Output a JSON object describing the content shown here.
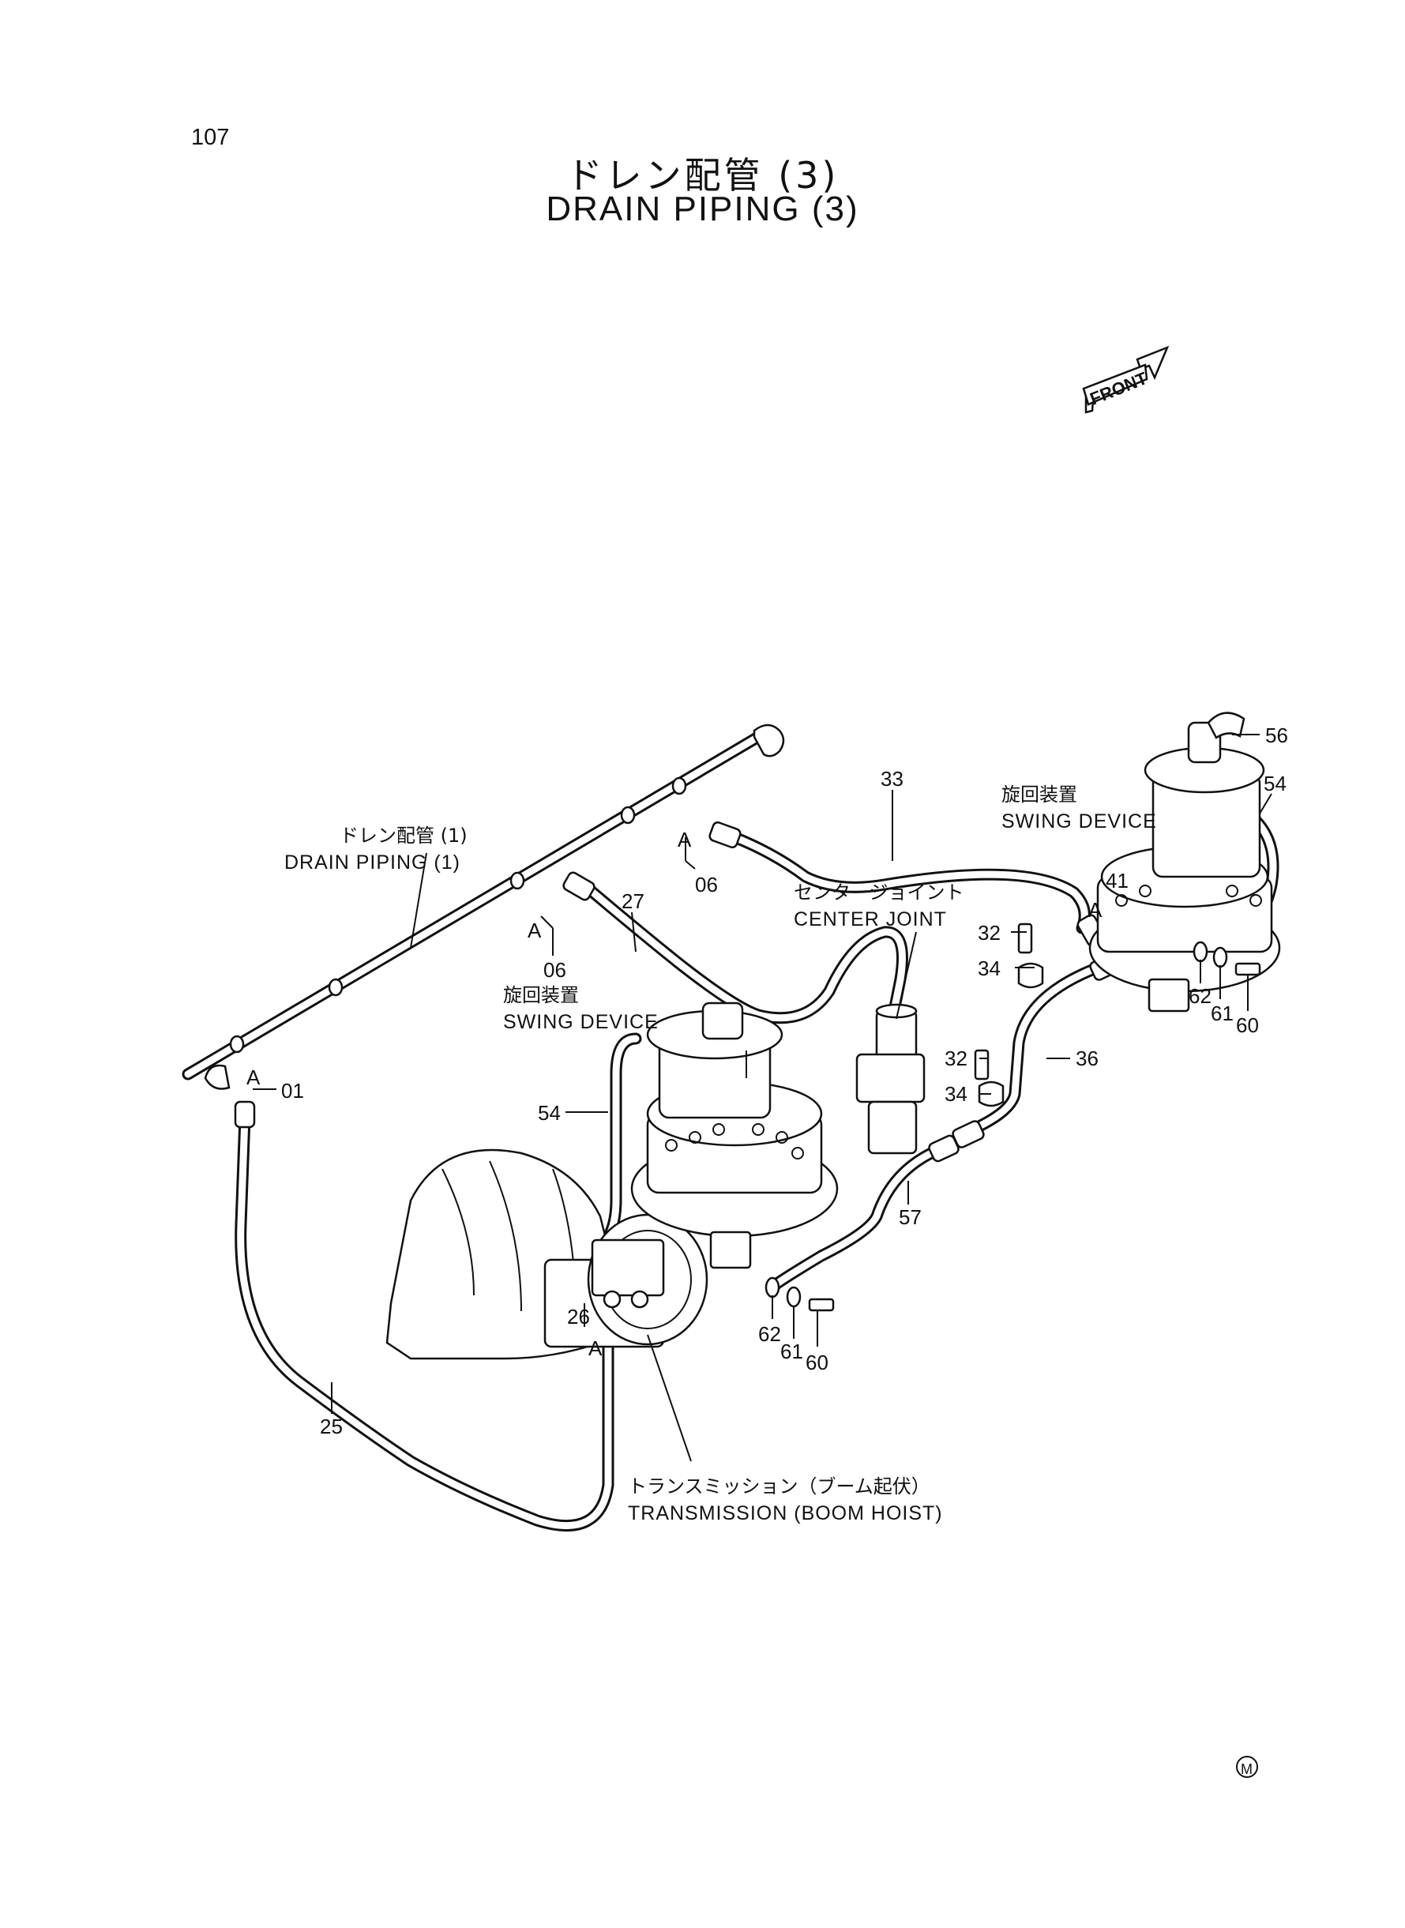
{
  "page": {
    "number": "107",
    "title_jp": "ドレン配管 (3)",
    "title_en": "DRAIN PIPING (3)",
    "copyright_mark": "M"
  },
  "front_arrow": {
    "label": "FRONT"
  },
  "assemblies": {
    "drain_piping_1": {
      "jp": "ドレン配管 (1)",
      "en": "DRAIN PIPING (1)"
    },
    "center_joint": {
      "jp": "センタージョイント",
      "en": "CENTER JOINT"
    },
    "swing_device_left": {
      "jp": "旋回装置",
      "en": "SWING DEVICE"
    },
    "swing_device_right": {
      "jp": "旋回装置",
      "en": "SWING DEVICE"
    },
    "transmission": {
      "jp": "トランスミッション（ブーム起伏）",
      "en": "TRANSMISSION (BOOM HOIST)"
    }
  },
  "detail_marks": {
    "a": "A"
  },
  "part_numbers": {
    "p01": "01",
    "p06_left": "06",
    "p06_right": "06",
    "p25": "25",
    "p26": "26",
    "p27": "27",
    "p32_top": "32",
    "p32_mid": "32",
    "p33": "33",
    "p34_top": "34",
    "p34_mid": "34",
    "p36": "36",
    "p41": "41",
    "p54_left": "54",
    "p54_right": "54",
    "p56": "56",
    "p57": "57",
    "p60_bottom": "60",
    "p60_right": "60",
    "p61_bottom": "61",
    "p61_right": "61",
    "p62_bottom": "62",
    "p62_right": "62"
  }
}
